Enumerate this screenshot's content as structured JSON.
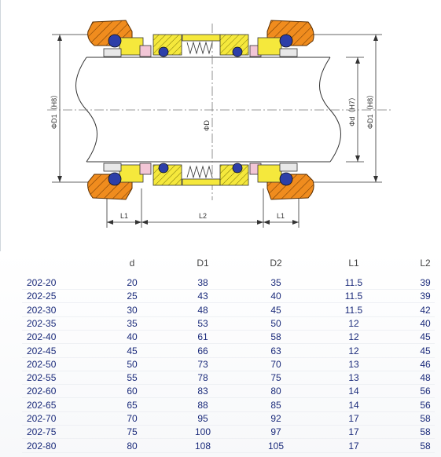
{
  "diagram": {
    "dim_labels": {
      "d1_left": "ΦD1（H8）",
      "d_center": "ΦD",
      "d_inner": "Φd（H7）",
      "d1_right": "ΦD1（H8）",
      "l1_left": "L1",
      "l2": "L2",
      "l1_right": "L1"
    },
    "colors": {
      "housing": "#f08c1e",
      "seal_body": "#f5e83c",
      "oring": "#2d3fa8",
      "spring": "#f5f07a",
      "face": "#f2c6d6",
      "shaft_outline": "#333333",
      "centerline": "#777777"
    }
  },
  "table": {
    "headers": [
      "d",
      "D1",
      "D2",
      "L1",
      "L2"
    ],
    "rows": [
      {
        "code": "202-20",
        "d": "20",
        "D1": "38",
        "D2": "35",
        "L1": "11.5",
        "L2": "39"
      },
      {
        "code": "202-25",
        "d": "25",
        "D1": "43",
        "D2": "40",
        "L1": "11.5",
        "L2": "39"
      },
      {
        "code": "202-30",
        "d": "30",
        "D1": "48",
        "D2": "45",
        "L1": "11.5",
        "L2": "42"
      },
      {
        "code": "202-35",
        "d": "35",
        "D1": "53",
        "D2": "50",
        "L1": "12",
        "L2": "40"
      },
      {
        "code": "202-40",
        "d": "40",
        "D1": "61",
        "D2": "58",
        "L1": "12",
        "L2": "45"
      },
      {
        "code": "202-45",
        "d": "45",
        "D1": "66",
        "D2": "63",
        "L1": "12",
        "L2": "45"
      },
      {
        "code": "202-50",
        "d": "50",
        "D1": "73",
        "D2": "70",
        "L1": "13",
        "L2": "46"
      },
      {
        "code": "202-55",
        "d": "55",
        "D1": "78",
        "D2": "75",
        "L1": "13",
        "L2": "48"
      },
      {
        "code": "202-60",
        "d": "60",
        "D1": "83",
        "D2": "80",
        "L1": "14",
        "L2": "56"
      },
      {
        "code": "202-65",
        "d": "65",
        "D1": "88",
        "D2": "85",
        "L1": "14",
        "L2": "56"
      },
      {
        "code": "202-70",
        "d": "70",
        "D1": "95",
        "D2": "92",
        "L1": "17",
        "L2": "58"
      },
      {
        "code": "202-75",
        "d": "75",
        "D1": "100",
        "D2": "97",
        "L1": "17",
        "L2": "58"
      },
      {
        "code": "202-80",
        "d": "80",
        "D1": "108",
        "D2": "105",
        "L1": "17",
        "L2": "58"
      }
    ]
  }
}
